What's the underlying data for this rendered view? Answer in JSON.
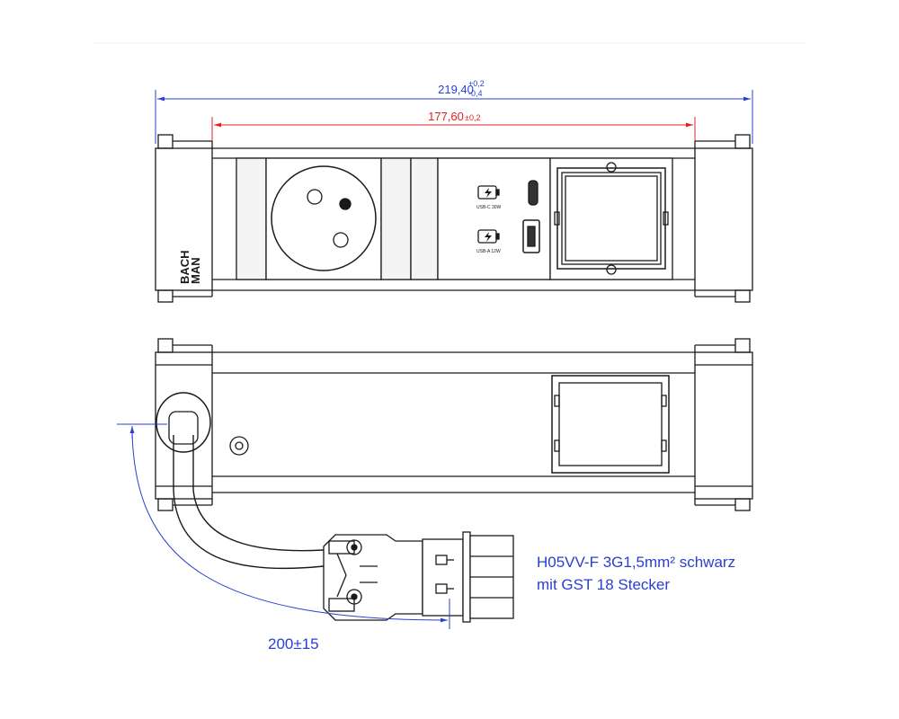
{
  "dimensions": {
    "overall_length": {
      "value": "219,40",
      "tol_upper": "+0,2",
      "tol_lower": "-0,4"
    },
    "inner_length": {
      "value": "177,60",
      "tol": "±0,2"
    },
    "cable_length": {
      "value": "200±15"
    }
  },
  "front_view": {
    "brand_line1": "BACH",
    "brand_line2": "MAN",
    "usb_c_label": "USB-C 30W",
    "usb_a_label": "USB-A 12W"
  },
  "cable_note": {
    "line1": "H05VV-F 3G1,5mm² schwarz",
    "line2": "mit GST 18 Stecker"
  },
  "colors": {
    "outline": "#1a1a1a",
    "dimension_blue": "#2a3fd0",
    "dimension_red": "#e02020",
    "note_blue": "#2a3fd0"
  }
}
